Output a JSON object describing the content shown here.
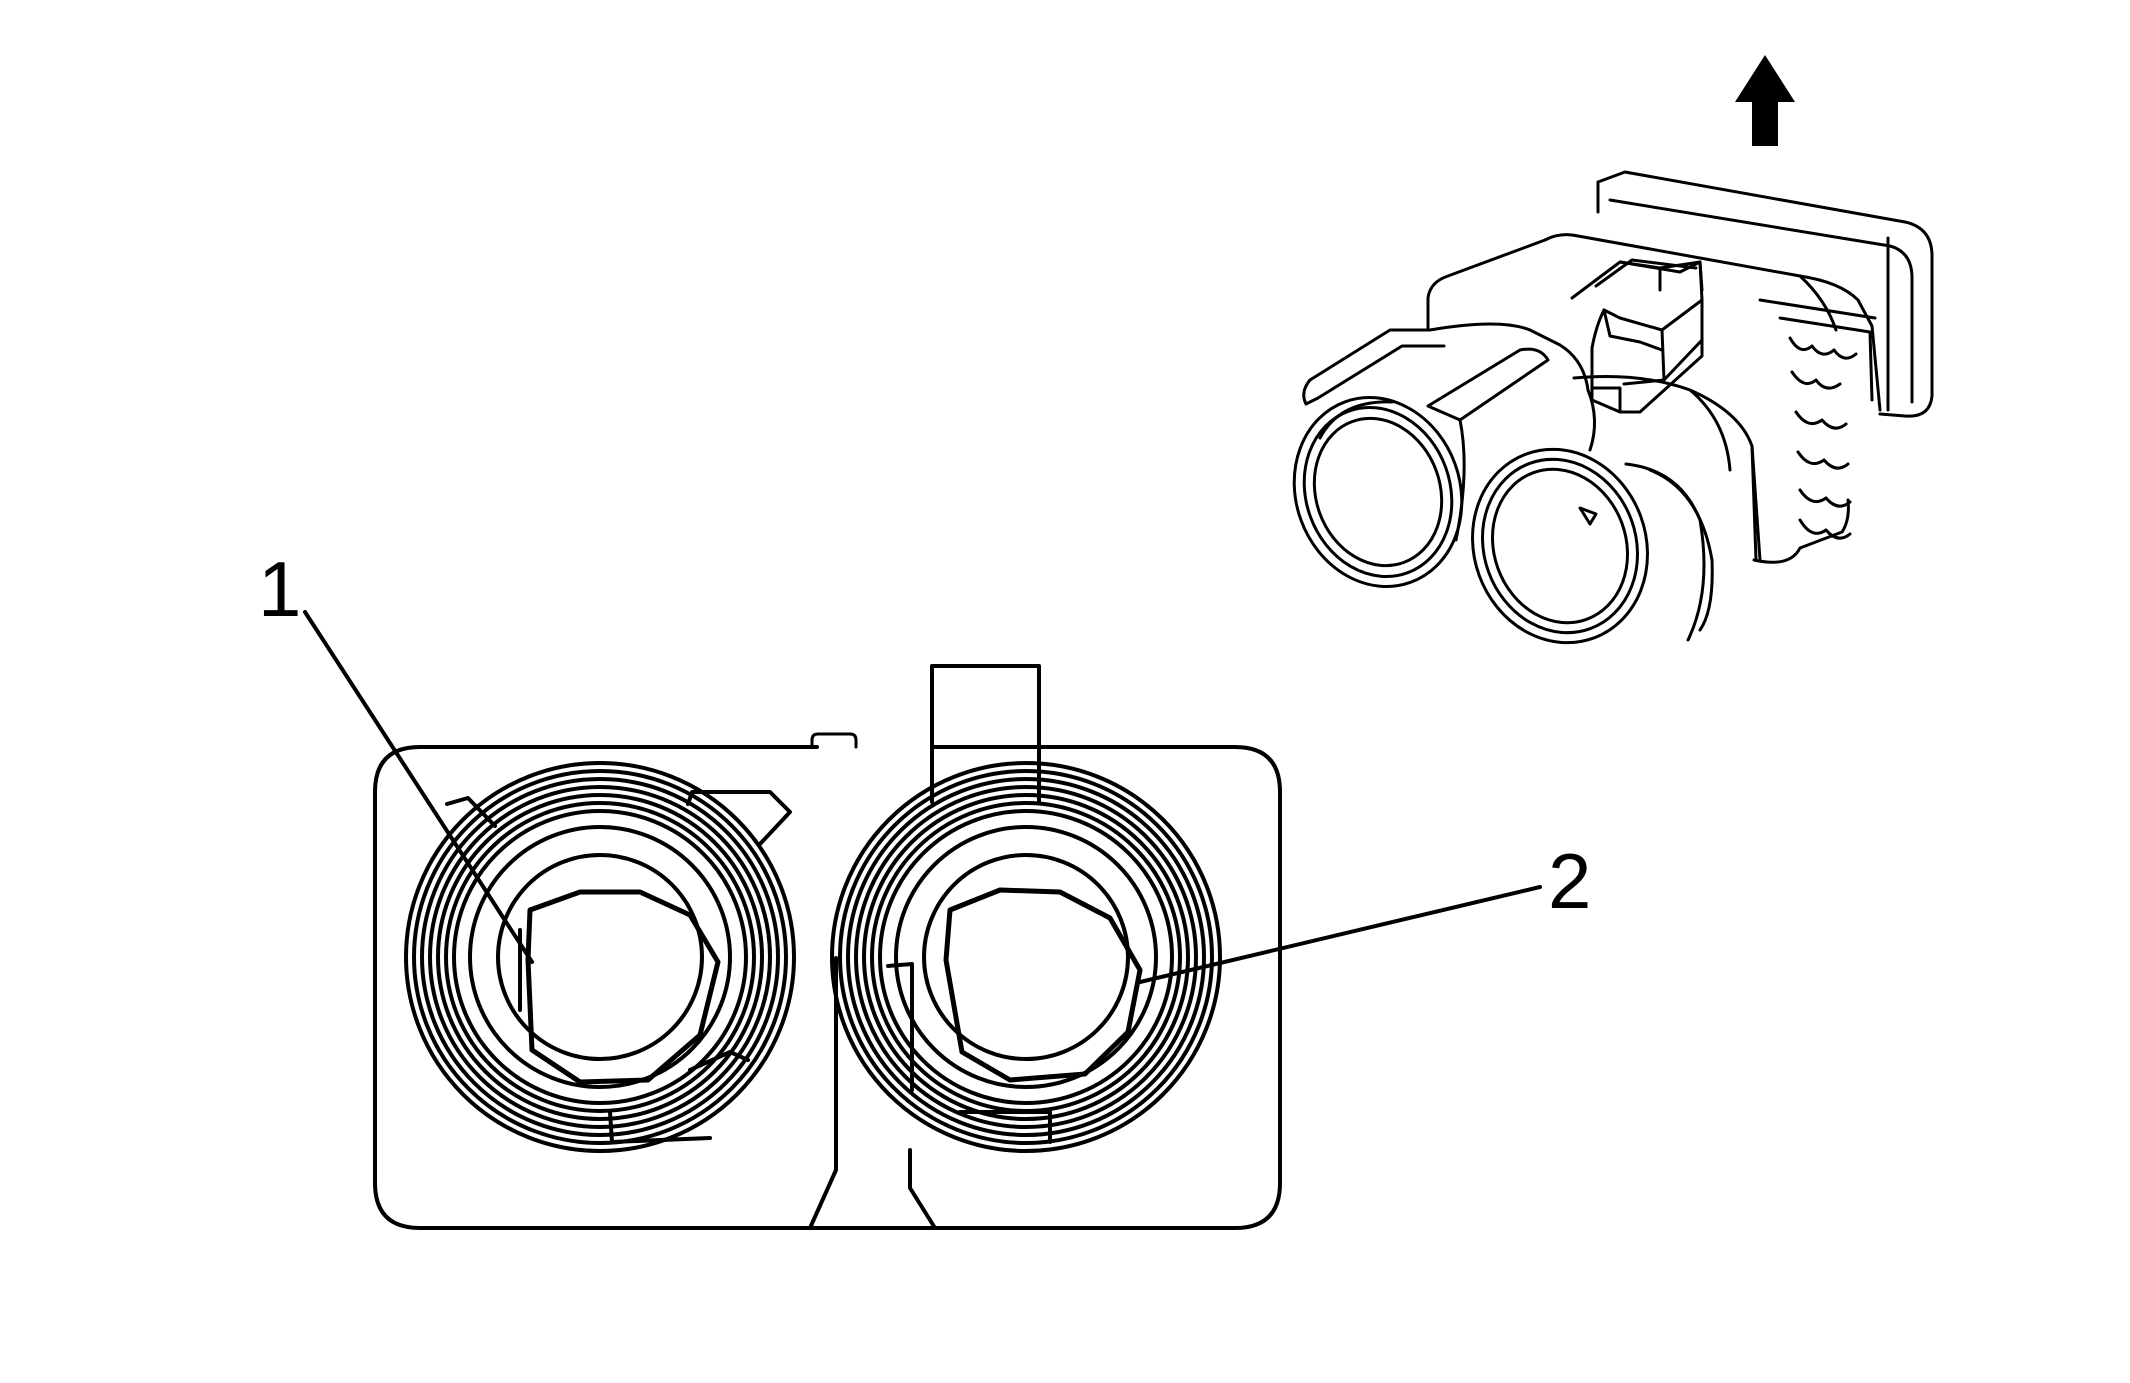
{
  "callouts": [
    {
      "id": "1",
      "label": "1"
    },
    {
      "id": "2",
      "label": "2"
    }
  ],
  "colors": {
    "line": "#000000",
    "background": "#ffffff"
  },
  "icons": {
    "direction_arrow": "arrow-up-icon"
  }
}
